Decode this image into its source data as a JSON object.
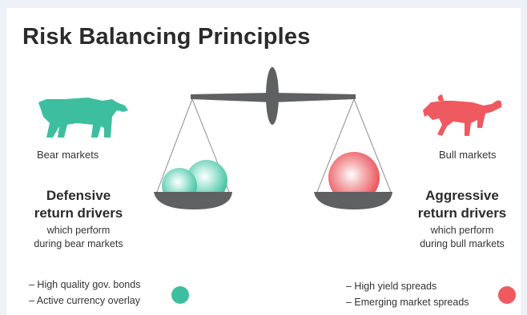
{
  "title": "Risk Balancing Principles",
  "left": {
    "market_label": "Bear markets",
    "heading_line1": "Defensive",
    "heading_line2": "return drivers",
    "sub_line1": "which perform",
    "sub_line2": "during bear markets",
    "bullets": [
      "– High quality gov. bonds",
      "– Active currency overlay"
    ],
    "color": "#3dbf9f",
    "icon": "bear-icon"
  },
  "right": {
    "market_label": "Bull markets",
    "heading_line1": "Aggressive",
    "heading_line2": "return drivers",
    "sub_line1": "which perform",
    "sub_line2": "during bull markets",
    "bullets": [
      "– High yield spreads",
      "– Emerging market spreads"
    ],
    "color": "#ee5a5f",
    "icon": "bull-icon"
  },
  "scale_color": "#5f6062"
}
